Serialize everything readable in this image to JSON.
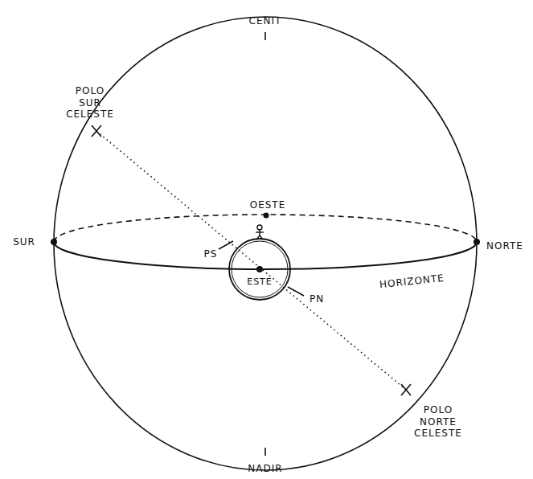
{
  "diagram": {
    "labels": [
      "CENIT",
      "POLO SUR CELESTE",
      "OESTE",
      "SUR",
      "NORTE",
      "PS",
      "ESTE",
      "HORIZONTE",
      "PN",
      "POLO NORTE CELESTE",
      "NADIR"
    ]
  }
}
